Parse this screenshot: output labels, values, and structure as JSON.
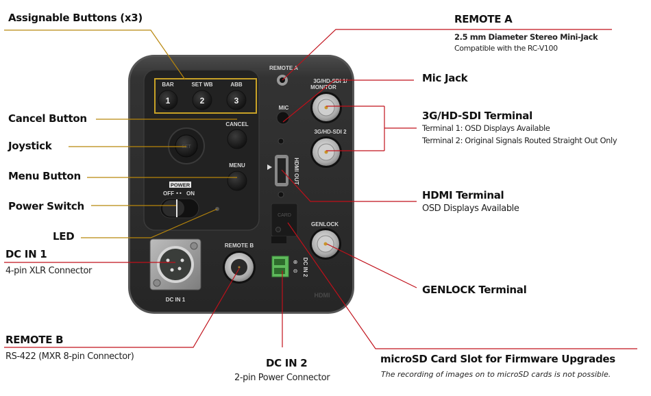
{
  "colors": {
    "gold_line": "#b8860b",
    "red_line": "#c0101a",
    "camera_body": "#2b2b2b",
    "highlight_box": "#c9a227",
    "terminal_green": "#4caf50"
  },
  "left_labels": {
    "assignable_buttons": "Assignable Buttons (x3)",
    "cancel_button": "Cancel Button",
    "joystick": "Joystick",
    "menu_button": "Menu Button",
    "power_switch": "Power Switch",
    "led": "LED",
    "dc_in_1": {
      "title": "DC IN 1",
      "subtitle": "4-pin XLR Connector"
    },
    "remote_b": {
      "title": "REMOTE B",
      "subtitle": "RS-422 (MXR 8-pin Connector)"
    }
  },
  "bottom_labels": {
    "dc_in_2": {
      "title": "DC IN 2",
      "subtitle": "2-pin Power  Connector"
    }
  },
  "right_labels": {
    "remote_a": {
      "title": "REMOTE A",
      "subtitle_1": "2.5 mm Diameter Stereo Mini-Jack",
      "subtitle_2": "Compatible with the RC-V100"
    },
    "mic_jack": "Mic Jack",
    "sdi": {
      "title": "3G/HD-SDI Terminal",
      "line_1": "Terminal 1: OSD Displays Available",
      "line_2": "Terminal 2: Original Signals Routed Straight Out Only"
    },
    "hdmi": {
      "title": "HDMI Terminal",
      "subtitle": "OSD Displays Available"
    },
    "genlock": "GENLOCK Terminal",
    "microsd": {
      "title": "microSD Card Slot for Firmware Upgrades",
      "note": "The recording of images on to microSD cards is not possible."
    }
  },
  "camera_panel": {
    "button_labels": [
      "BAR",
      "SET WB",
      "ABB"
    ],
    "button_numbers": [
      "1",
      "2",
      "3"
    ],
    "cancel": "CANCEL",
    "menu": "MENU",
    "joystick_center": "SET",
    "power": "POWER",
    "power_off": "OFF",
    "power_on": "ON",
    "remote_a": "REMOTE A",
    "mic": "MIC",
    "sdi1_line1": "3G/HD-SDI 1/",
    "sdi1_line2": "MONITOR",
    "sdi2": "3G/HD-SDI 2",
    "hdmi_out": "HDMI OUT",
    "card": "CARD",
    "genlock": "GENLOCK",
    "remote_b": "REMOTE B",
    "dc_in_1": "DC IN 1",
    "dc_in_2": "DC IN 2",
    "hdmi_logo": "HDMI"
  }
}
